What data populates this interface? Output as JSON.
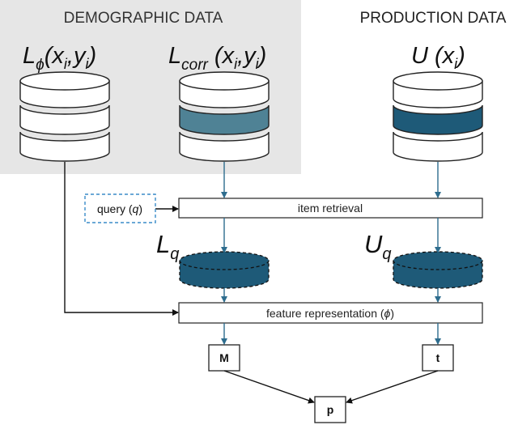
{
  "colors": {
    "accent": "#1e5a78",
    "accent_light": "#4f8295",
    "group_bg": "#e6e6e6",
    "line": "#2e6d8e",
    "query_border": "#3a8cc9"
  },
  "groups": {
    "demographic": "DEMOGRAPHIC DATA",
    "production": "PRODUCTION DATA"
  },
  "databases": {
    "l_phi": {
      "main": "L",
      "sub": "ϕ",
      "args_open": "(",
      "x": "x",
      "x_sub": "i",
      "comma": ",",
      "y": "y",
      "y_sub": "i",
      "args_close": ")"
    },
    "l_corr": {
      "main": "L",
      "sub": "corr",
      "args_open": " (",
      "x": "x",
      "x_sub": "i",
      "comma": ",",
      "y": "y",
      "y_sub": "i",
      "args_close": ")"
    },
    "u": {
      "main": "U",
      "args_open": " (",
      "x": "x",
      "x_sub": "i",
      "args_close": ")"
    }
  },
  "retrieved": {
    "l_q": {
      "main": "L",
      "sub": "q"
    },
    "u_q": {
      "main": "U",
      "sub": "q"
    }
  },
  "process": {
    "query_prefix": "query (",
    "query_var": "q",
    "query_suffix": ")",
    "item_retrieval": "item retrieval",
    "feature_prefix": "feature representation (",
    "feature_var": "ϕ",
    "feature_suffix": ")"
  },
  "outputs": {
    "m": "M",
    "t": "t",
    "p": "p"
  }
}
